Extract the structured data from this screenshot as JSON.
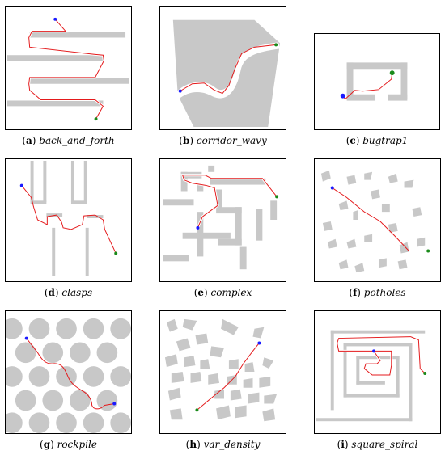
{
  "panels": [
    {
      "label": "a",
      "name": "back_and_forth"
    },
    {
      "label": "b",
      "name": "corridor_wavy"
    },
    {
      "label": "c",
      "name": "bugtrap1"
    },
    {
      "label": "d",
      "name": "clasps"
    },
    {
      "label": "e",
      "name": "complex"
    },
    {
      "label": "f",
      "name": "potholes"
    },
    {
      "label": "g",
      "name": "rockpile"
    },
    {
      "label": "h",
      "name": "var_density"
    },
    {
      "label": "i",
      "name": "square_spiral"
    }
  ],
  "colors": {
    "obstacle": "#c8c8c8",
    "path": "#e41a1c",
    "path_outline": "#ffffff",
    "start": "#1a1aff",
    "goal": "#1a8a1a",
    "border": "#000000"
  }
}
